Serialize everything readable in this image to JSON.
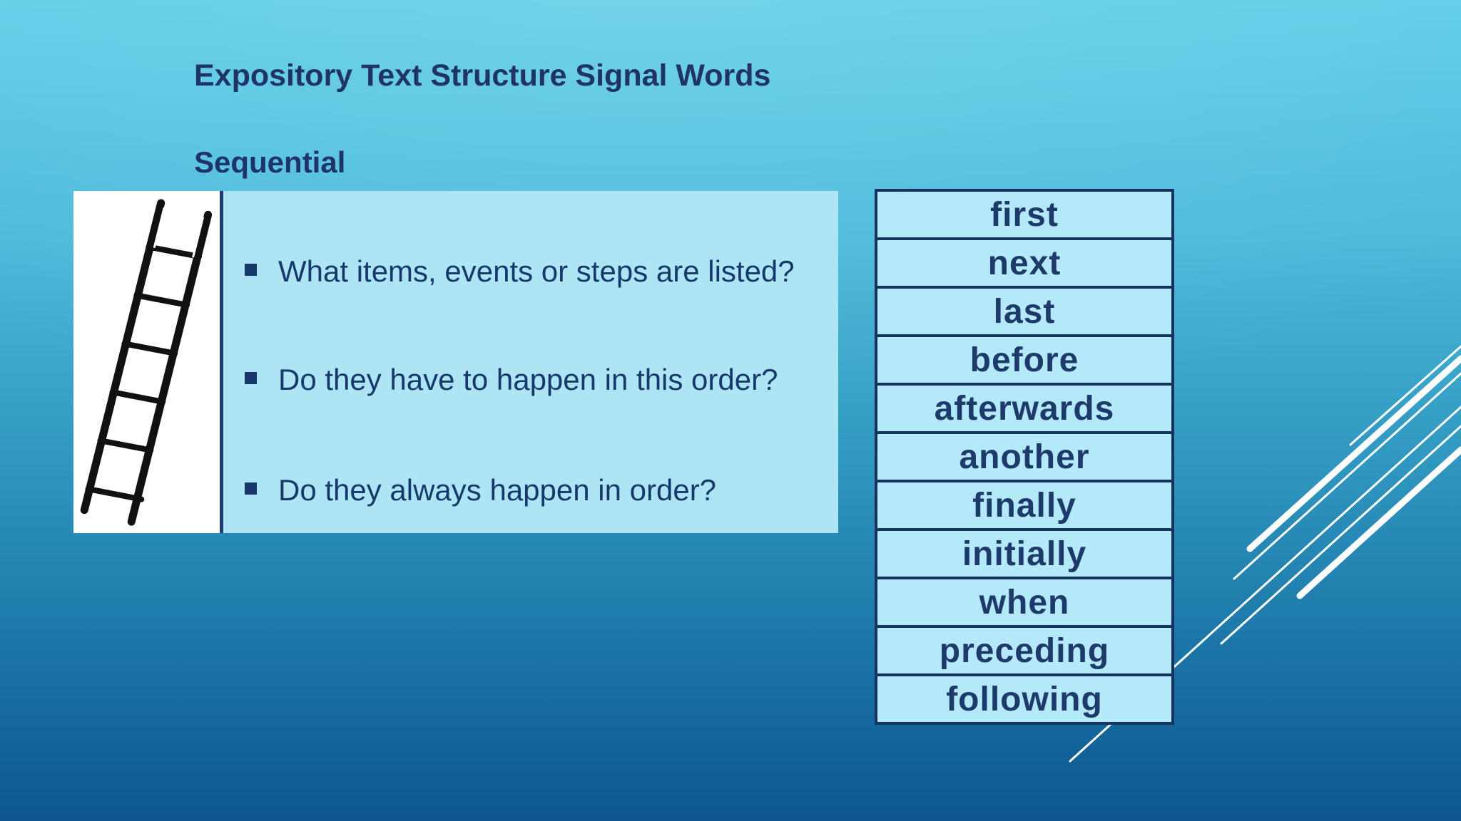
{
  "slide": {
    "title": "Expository Text Structure Signal Words",
    "subtitle": "Sequential",
    "bullets": [
      "What items, events or steps are listed?",
      "Do they have to happen in this order?",
      "Do they always happen in order?"
    ],
    "signal_words": [
      "first",
      "next",
      "last",
      "before",
      "afterwards",
      "another",
      "finally",
      "initially",
      "when",
      "preceding",
      "following"
    ],
    "icons": {
      "ladder": "ladder-clipart",
      "bullet": "square-bullet",
      "decor": "white-diagonal-lines"
    },
    "colors": {
      "background_top": "#5ecde8",
      "background_bottom": "#0d568e",
      "text_navy": "#1e3468",
      "panel_fill": "#aee5f4",
      "panel_divider": "#1d3c6e",
      "cell_fill": "#b3e9f8",
      "table_border": "#16335f",
      "ladder_box_fill": "#ffffff",
      "decor_lines": "#ffffff"
    }
  }
}
